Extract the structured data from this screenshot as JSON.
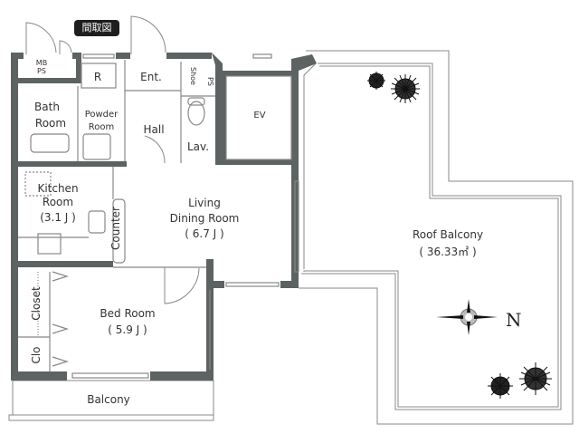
{
  "badge": "間取図",
  "colors": {
    "wall": "#5d6262",
    "line": "#777777",
    "text": "#333333"
  },
  "rooms": {
    "mb_ps": {
      "line1": "MB",
      "line2": "PS"
    },
    "refrigerator": "R",
    "entrance": "Ent.",
    "shoe": "Shoe",
    "ps": "PS",
    "ev": "EV",
    "bath": {
      "line1": "Bath",
      "line2": "Room"
    },
    "powder": {
      "line1": "Powder",
      "line2": "Room"
    },
    "hall": "Hall",
    "lavatory": "Lav.",
    "kitchen": {
      "line1": "Kitchen",
      "line2": "Room",
      "size": "(3.1 J )"
    },
    "counter": "Counter",
    "living": {
      "line1": "Living",
      "line2": "Dining Room",
      "size": "( 6.7 J )"
    },
    "bedroom": {
      "line1": "Bed Room",
      "size": "( 5.9 J )"
    },
    "closet": "Closet",
    "clo": "Clo",
    "balcony": "Balcony",
    "roof_balcony": {
      "line1": "Roof Balcony",
      "size": "( 36.33㎡ )"
    }
  },
  "compass": {
    "label": "N"
  }
}
